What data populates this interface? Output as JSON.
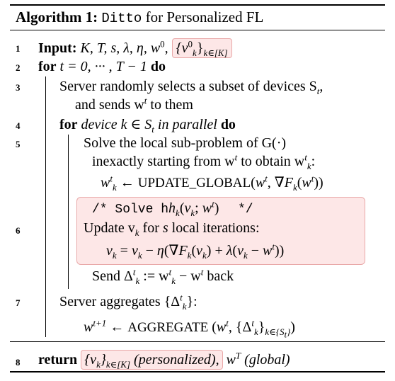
{
  "algorithm": {
    "label": "Algorithm 1:",
    "name_mono": "Ditto",
    "name_rest": " for Personalized FL"
  },
  "lines": [
    {
      "num": "1",
      "parts": [
        "Input: ",
        "K, T, s, λ, η, w",
        "0",
        ", ",
        "{v",
        "0",
        "k",
        "}",
        "k∈[K]"
      ]
    },
    {
      "num": "2",
      "kw": "for",
      "text": " t = 0, ··· , T − 1 ",
      "kw2": "do"
    },
    {
      "num": "3",
      "text1": "Server randomly selects a subset of devices S",
      "sub1": "t",
      "text1b": ",",
      "text2": "and sends w",
      "sup2": "t",
      "text2b": " to them"
    },
    {
      "num": "4",
      "kw": "for",
      "text": " device k ∈ S",
      "sub": "t",
      "text2": " in parallel ",
      "kw2": "do"
    },
    {
      "num": "5",
      "text1": "Solve the local sub-problem of G(·)",
      "text2": "inexactly starting from w",
      "text3": " to obtain w",
      "eq": "← UPDATE_GLOBAL(w"
    },
    {
      "num": "6",
      "comment": "/*   Solve h",
      "comment2": "(v",
      "comment3": "; w",
      "comment4": ")    */",
      "update": "Update v",
      "update2": " for s local iterations:",
      "eq": "v"
    },
    {
      "num": "",
      "send": "Send Δ",
      "send2": " := w",
      "send3": " − w",
      "send4": " back"
    },
    {
      "num": "7",
      "text": "Server aggregates {Δ",
      "text2": "}:",
      "eq": "← AGGREGATE"
    },
    {
      "num": "8",
      "kw": "return",
      "ret1": "(personalized),",
      "ret2": "(global)"
    }
  ]
}
